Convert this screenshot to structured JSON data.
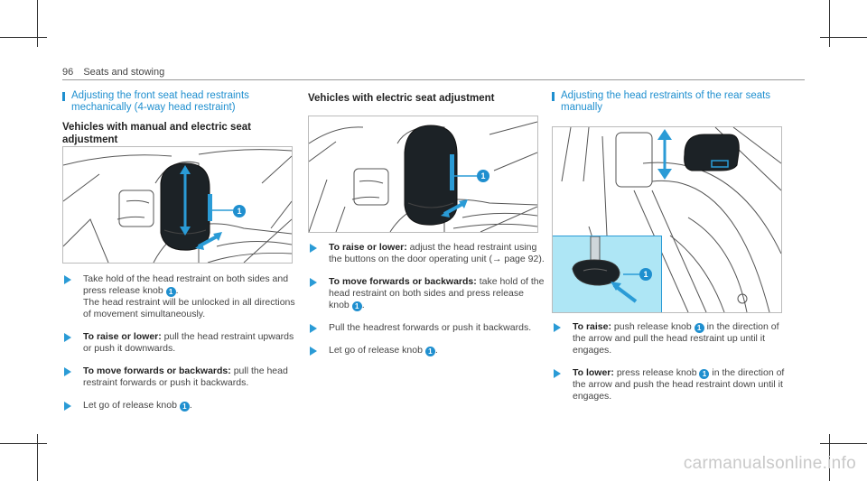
{
  "header": {
    "page_number": "96",
    "section": "Seats and stowing"
  },
  "left": {
    "title_line1": "Adjusting the front seat head restraints",
    "title_line2": "mechanically (4-way head restraint)",
    "subtitle": "Vehicles with manual and electric seat adjustment",
    "figure_callout": "1",
    "step1_text_a": "Take hold of the head restraint on both sides and press release knob",
    "step1_text_b": ".",
    "step1_note": "The head restraint will be unlocked in all directions of movement simultaneously.",
    "step2_label": "To raise or lower:",
    "step2_text": "pull the head restraint upwards or push it downwards.",
    "step3_label": "To move forwards or backwards:",
    "step3_text": "pull the head restraint forwards or push it backwards.",
    "step4_text_a": "Let go of release knob",
    "step4_text_b": "."
  },
  "middle": {
    "subtitle": "Vehicles with electric seat adjustment",
    "figure_callout": "1",
    "step1_label": "To raise or lower:",
    "step1_text": "adjust the head restraint using the buttons on the door operating unit (→ page 92).",
    "step2_label": "To move forwards or backwards:",
    "step2_text_a": "take hold of the head restraint on both sides and press release knob",
    "step2_text_b": ".",
    "step3_text": "Pull the headrest forwards or push it backwards.",
    "step4_text_a": "Let go of release knob",
    "step4_text_b": "."
  },
  "right": {
    "title_line1": "Adjusting the head restraints of the rear seats",
    "title_line2": "manually",
    "figure_callout": "1",
    "step1_label": "To raise:",
    "step1_text_a": "push release knob",
    "step1_text_b": "in the direction of the arrow and pull the head restraint up until it engages.",
    "step2_label": "To lower:",
    "step2_text_a": "press release knob",
    "step2_text_b": "in the direction of the arrow and push the head restraint down until it engages."
  },
  "knob_number": "1",
  "watermark": "carmanualsonline.info",
  "colors": {
    "accent": "#1f8fcf",
    "highlight": "#2a9bd6",
    "inset_bg": "#aee6f5",
    "headrest": "#1c2226"
  }
}
